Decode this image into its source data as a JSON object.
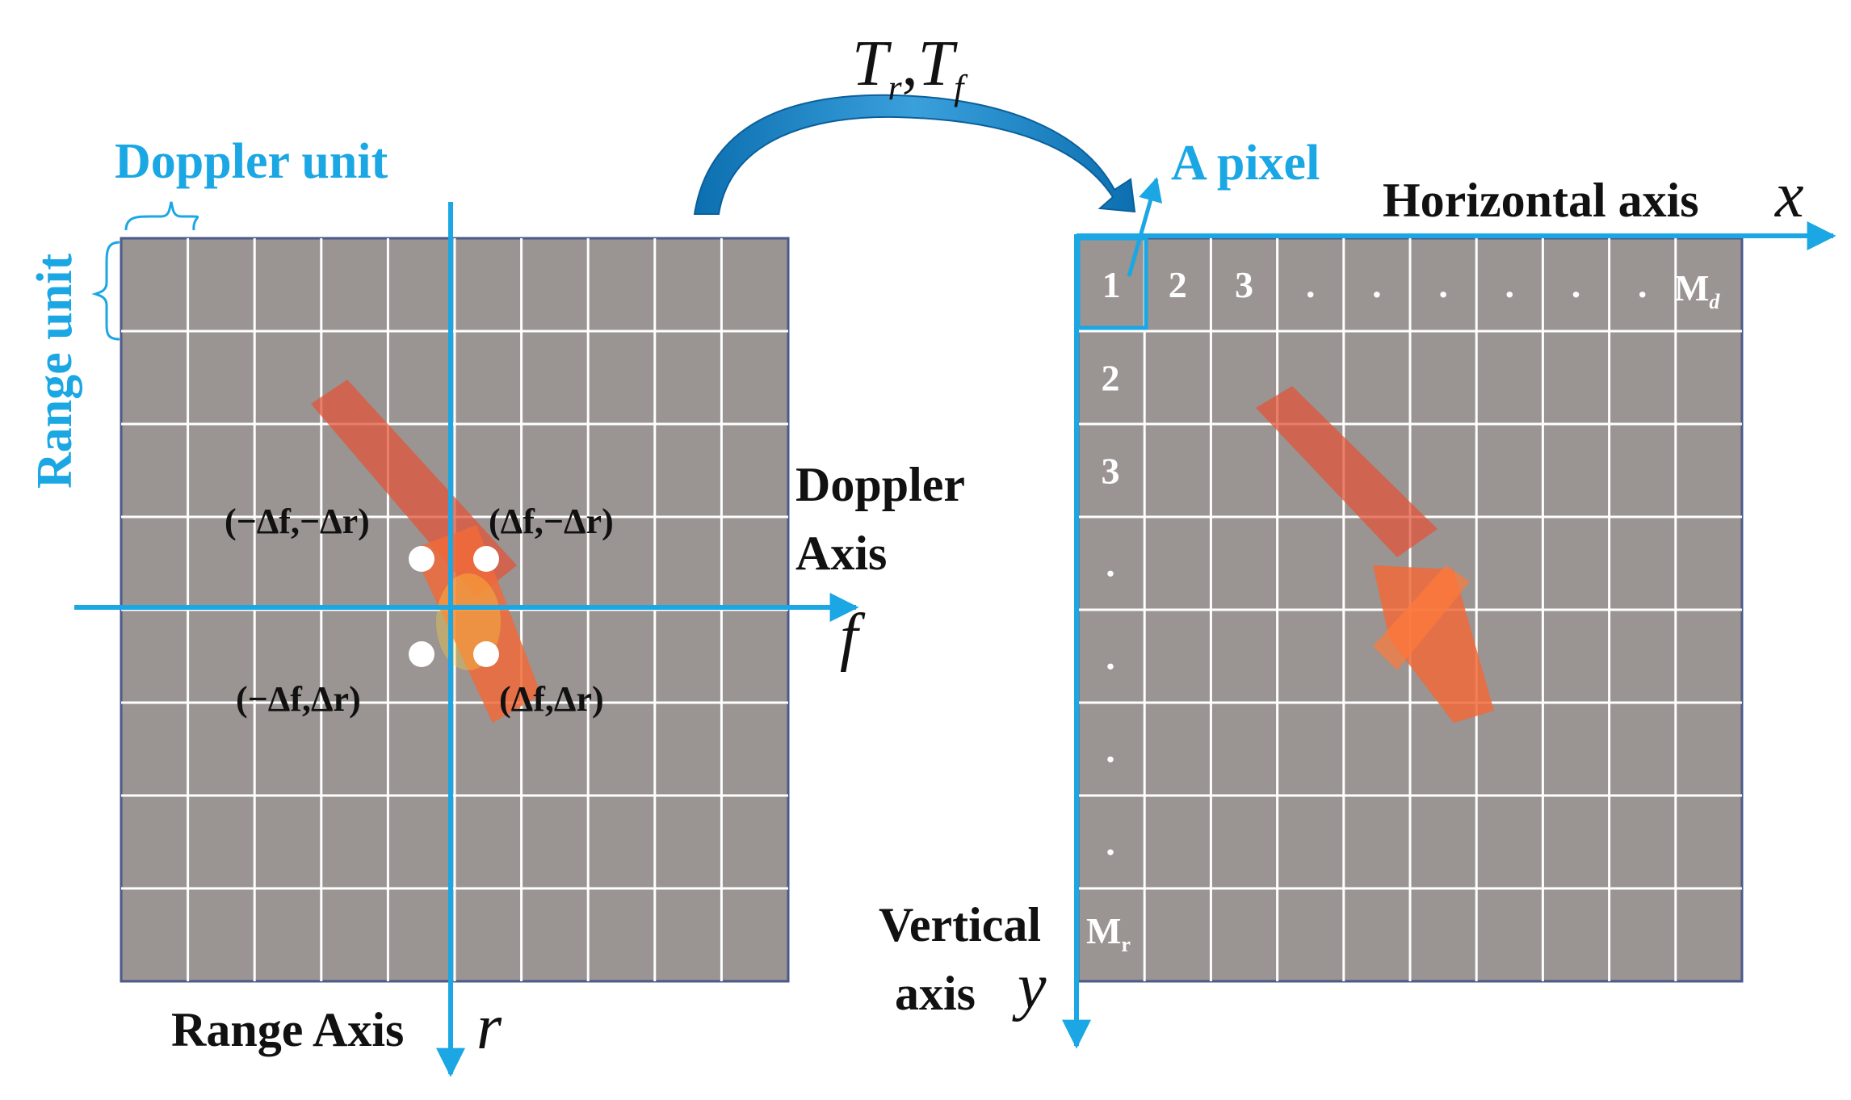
{
  "colors": {
    "accent": "#1aa7e3",
    "grid_fill": "#9a9492",
    "grid_line": "#ffffff",
    "target": "#ff5a2c"
  },
  "left_panel": {
    "doppler_unit_label": "Doppler unit",
    "range_unit_label": "Range unit",
    "doppler_axis_label_line1": "Doppler",
    "doppler_axis_label_line2": "Axis",
    "doppler_axis_symbol": "f",
    "range_axis_label": "Range Axis",
    "range_axis_symbol": "r",
    "points": [
      {
        "label": "(−Δf,−Δr)"
      },
      {
        "label": "(Δf,−Δr)"
      },
      {
        "label": "(−Δf,Δr)"
      },
      {
        "label": "(Δf,Δr)"
      }
    ]
  },
  "transform": {
    "label": "T",
    "sub_r": "r",
    "separator": ",",
    "label2": "T",
    "sub_f": "f"
  },
  "right_panel": {
    "pixel_label": "A pixel",
    "horizontal_axis_label": "Horizontal axis",
    "horizontal_axis_symbol": "x",
    "vertical_axis_label_line1": "Vertical",
    "vertical_axis_label_line2": "axis",
    "vertical_axis_symbol": "y",
    "top_row": [
      "1",
      "2",
      "3",
      ".",
      ".",
      ".",
      ".",
      ".",
      "."
    ],
    "md_main": "M",
    "md_sub": "d",
    "left_col": [
      "2",
      "3",
      ".",
      ".",
      ".",
      "."
    ],
    "mr_main": "M",
    "mr_sub": "r"
  }
}
